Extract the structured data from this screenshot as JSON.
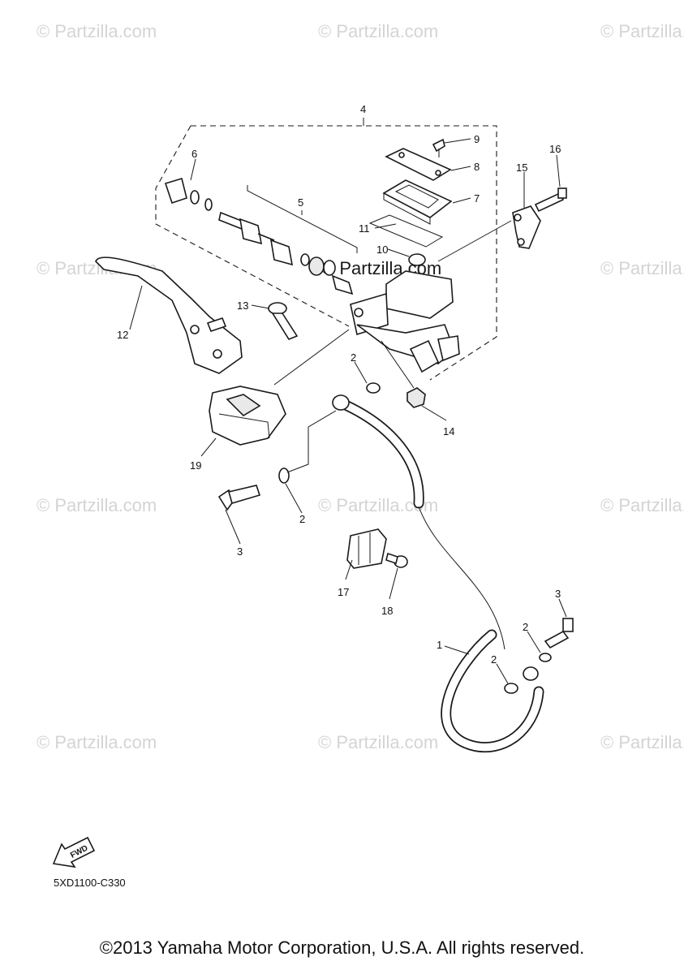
{
  "watermark": {
    "text": "© Partzilla.com",
    "center_text": "© Partzilla.com"
  },
  "callouts": {
    "c1": "1",
    "c2a": "2",
    "c2b": "2",
    "c2c": "2",
    "c2d": "2",
    "c3a": "3",
    "c3b": "3",
    "c4": "4",
    "c5": "5",
    "c6": "6",
    "c7": "7",
    "c8": "8",
    "c9": "9",
    "c10": "10",
    "c11": "11",
    "c12": "12",
    "c13": "13",
    "c14": "14",
    "c15": "15",
    "c16": "16",
    "c17": "17",
    "c18": "18",
    "c19": "19"
  },
  "fwd_label": "FWD",
  "diagram_code": "5XD1100-C330",
  "copyright": "©2013 Yamaha Motor Corporation, U.S.A. All rights reserved."
}
